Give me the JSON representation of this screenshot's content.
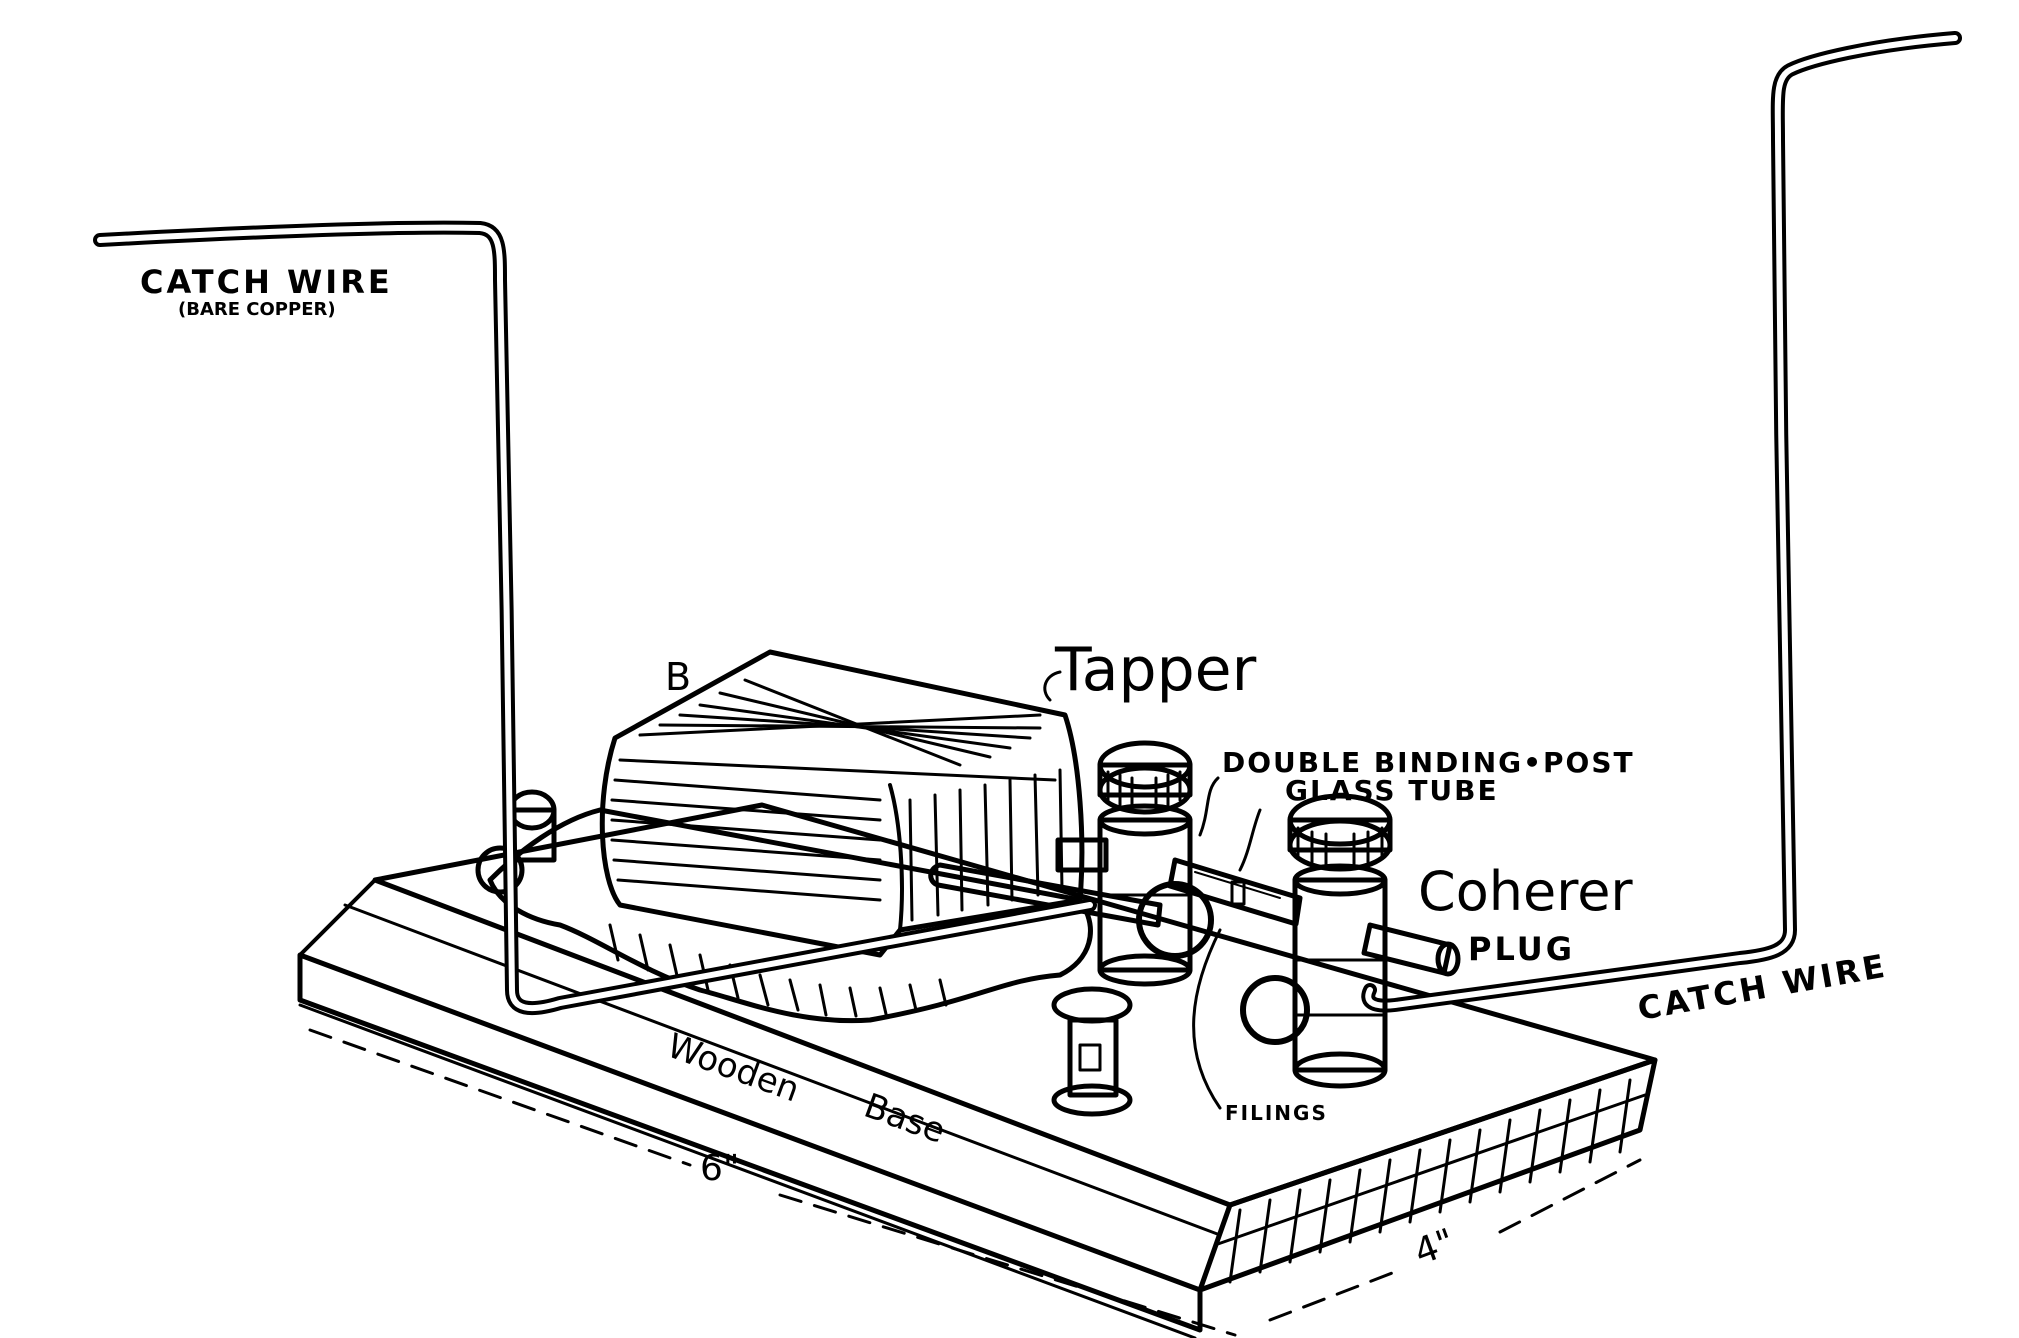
{
  "labels": {
    "catch_wire_left": "CATCH WIRE",
    "bare_copper": "(BARE COPPER)",
    "b": "B",
    "tapper": "Tapper",
    "double_binding_post": "DOUBLE BINDING•POST",
    "glass_tube": "GLASS TUBE",
    "coherer": "Coherer",
    "plug": "PLUG",
    "catch_wire_right": "CATCH WIRE",
    "wooden": "Wooden",
    "base": "Base",
    "filings": "FILINGS",
    "six_inch": "6\"",
    "four_inch": "4\""
  },
  "colors": {
    "ink": "#000000",
    "paper": "#ffffff"
  }
}
